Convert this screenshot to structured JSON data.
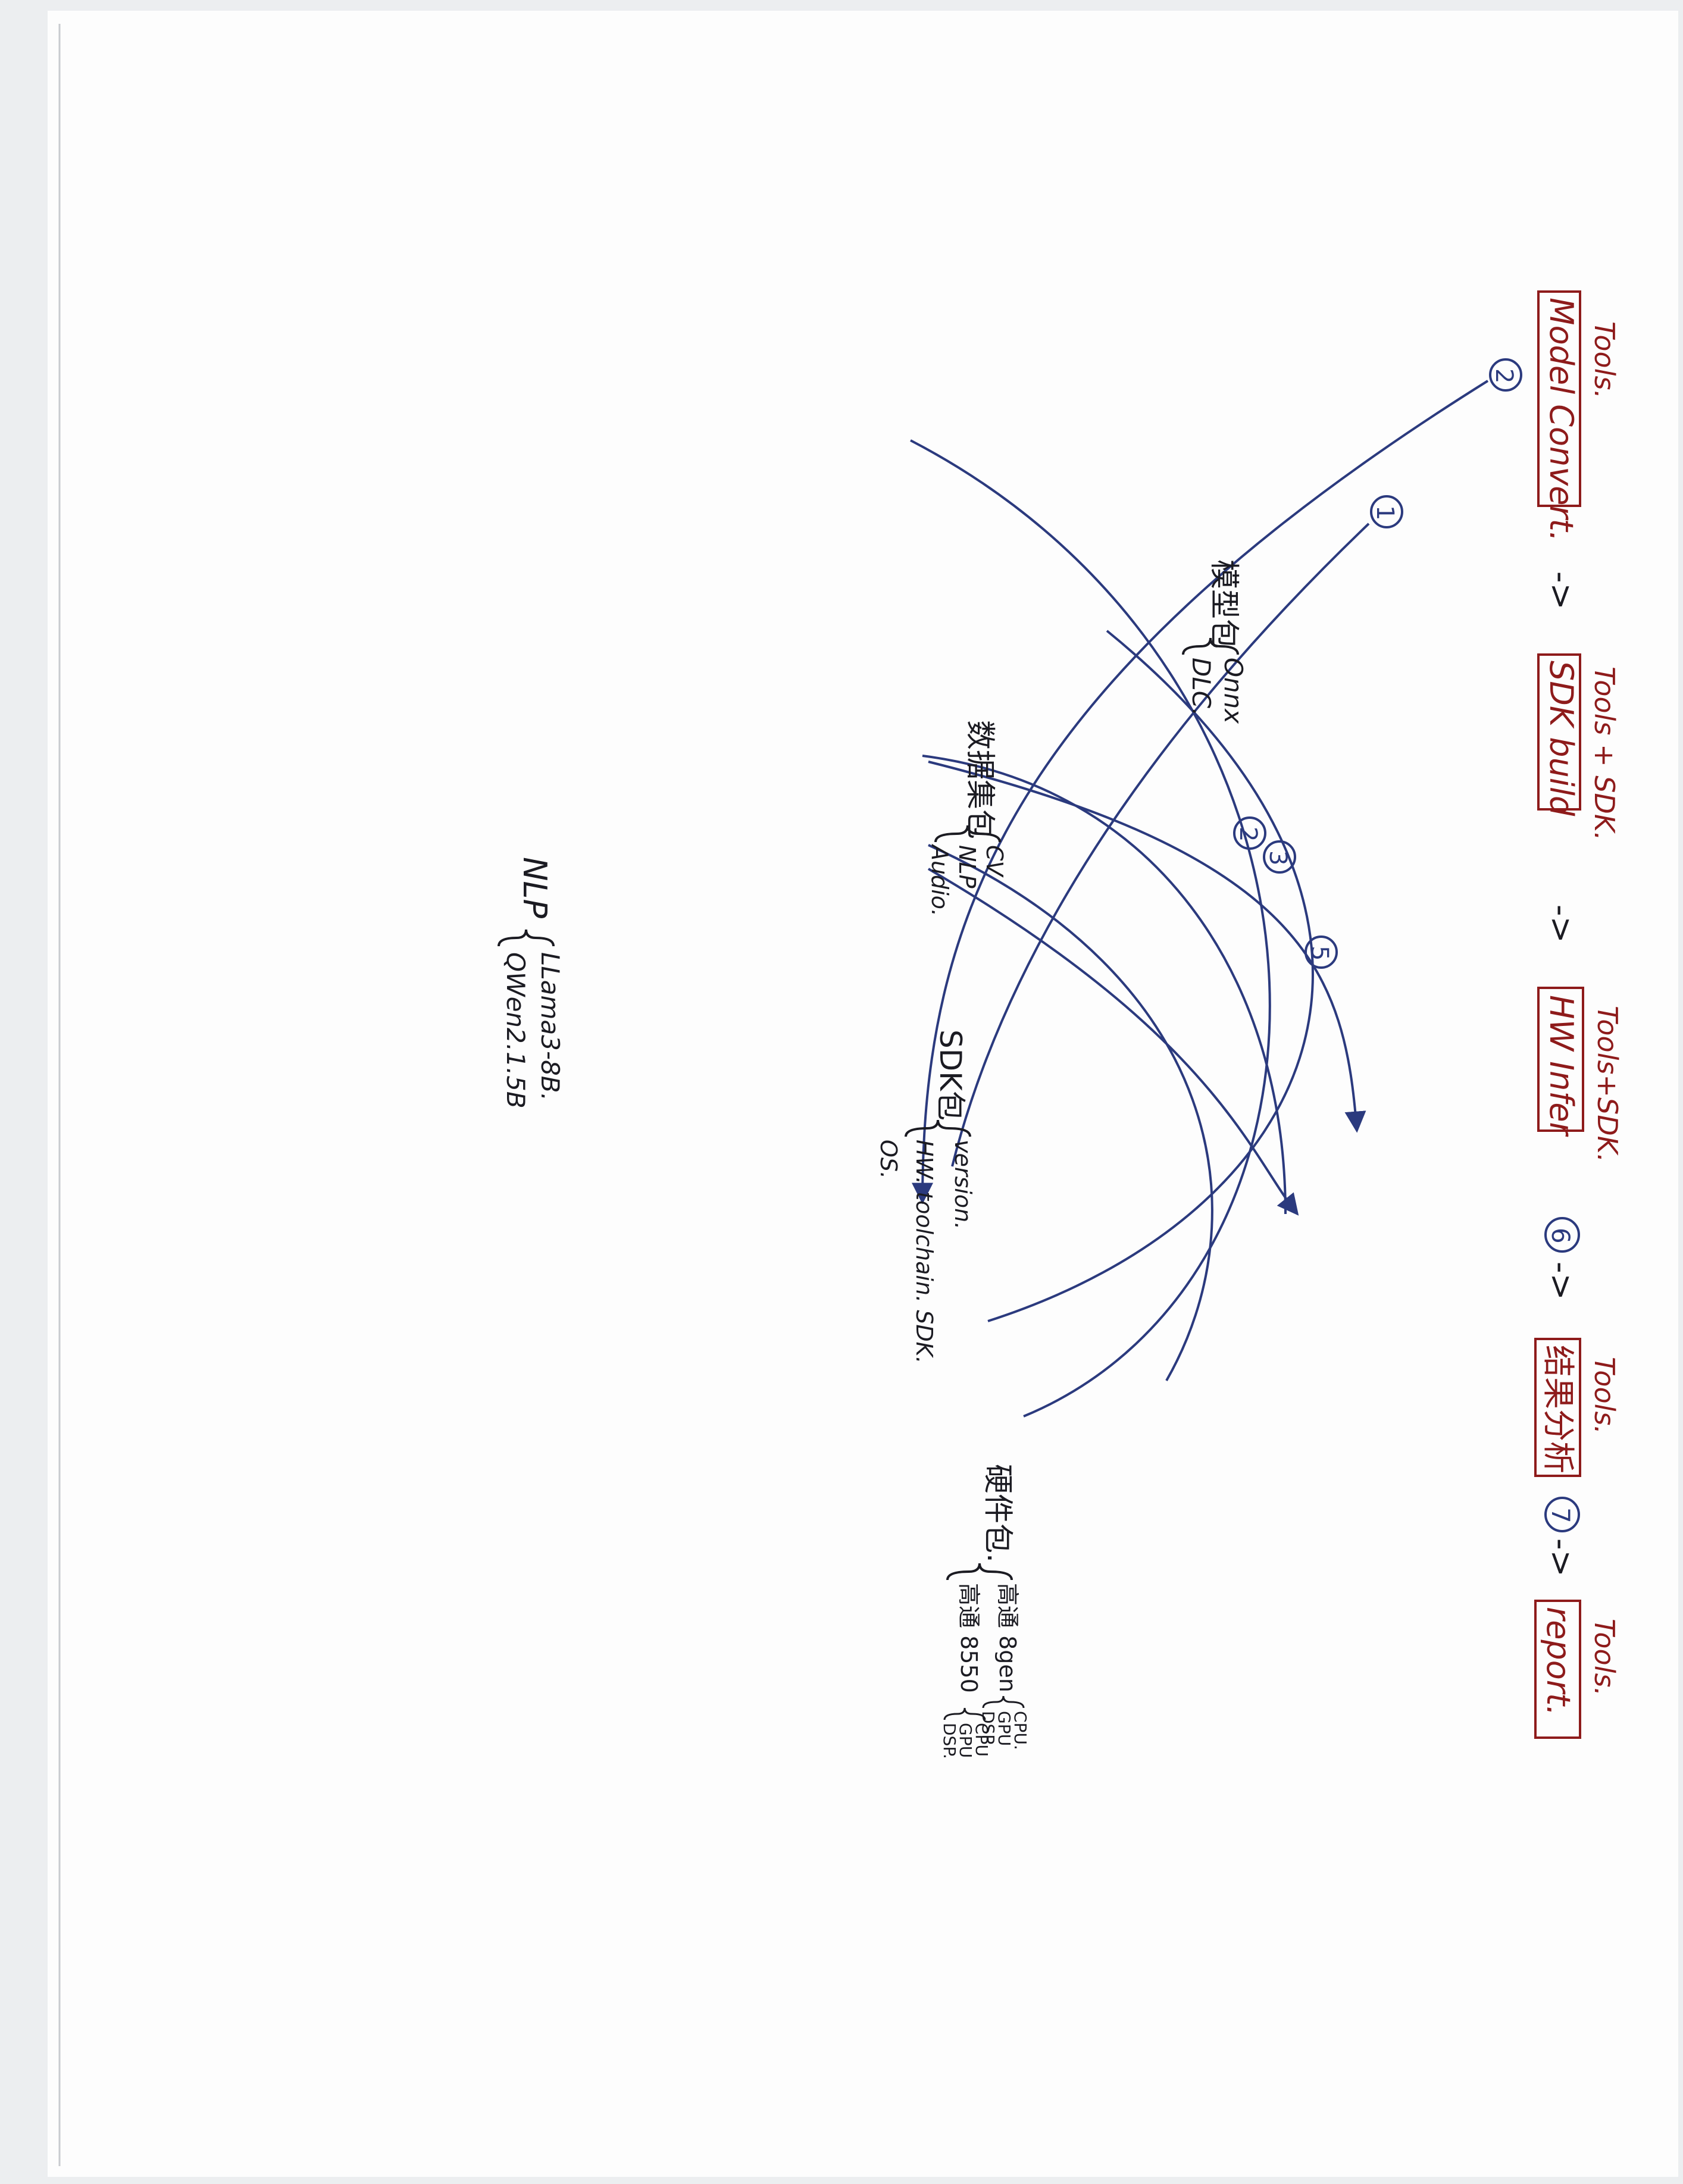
{
  "stages": [
    {
      "id": "model_convert",
      "tag": "Tools.",
      "label": "Model Convert."
    },
    {
      "id": "sdk_build",
      "tag": "Tools + SDK.",
      "label": "SDK build"
    },
    {
      "id": "hw_infer",
      "tag": "Tools+SDK.",
      "label": "HW Infer"
    },
    {
      "id": "result_analysis",
      "tag": "Tools.",
      "label": "结果分析"
    },
    {
      "id": "report",
      "tag": "Tools.",
      "label": "report."
    }
  ],
  "stage_arrows": [
    {
      "from": "model_convert",
      "to": "sdk_build",
      "step": "",
      "label": "->"
    },
    {
      "from": "sdk_build",
      "to": "hw_infer",
      "step": "",
      "label": "->"
    },
    {
      "from": "hw_infer",
      "to": "result_analysis",
      "step": "6",
      "label": "->"
    },
    {
      "from": "result_analysis",
      "to": "report",
      "step": "7",
      "label": "->"
    }
  ],
  "inputs": [
    {
      "id": "model_pkg",
      "label": "模型包",
      "items": [
        "Onnx",
        "DLC."
      ]
    },
    {
      "id": "dataset_pkg",
      "label": "数据集包",
      "items": [
        "CV",
        "NLP",
        "Audio."
      ]
    },
    {
      "id": "sdk_pkg",
      "label": "SDK包",
      "items": [
        "version.",
        "HW. toolchain. SDK.",
        "OS."
      ]
    },
    {
      "id": "hw_pkg",
      "label": "硬件包.",
      "items": [
        "高通 8gen",
        "高通 8550"
      ]
    }
  ],
  "hw_sub_items": [
    {
      "parent": "高通 8gen",
      "items": [
        "CPU.",
        "GPU",
        "DSP"
      ]
    },
    {
      "parent": "高通 8550",
      "items": [
        "CPU",
        "GPU",
        "DSP."
      ]
    }
  ],
  "nlp_group": {
    "label": "NLP",
    "items": [
      "LLama3-8B.",
      "QWen2.1.5B"
    ]
  },
  "flow_markers": [
    {
      "step": "1",
      "from": "dataset_pkg",
      "to": "model_convert"
    },
    {
      "step": "2",
      "from": "model_pkg",
      "to": "model_convert"
    },
    {
      "step": "2",
      "from": "sdk_pkg",
      "to": "sdk_build"
    },
    {
      "step": "3",
      "from": "sdk_build",
      "to": "sdk_pkg"
    },
    {
      "step": "5",
      "from": "dataset_pkg",
      "to": "hw_infer"
    }
  ],
  "colors": {
    "paper": "#fdfdfd",
    "stage_ink": "#8e1b1b",
    "note_ink": "#1b1b22",
    "flow_ink": "#2b3a7e",
    "background": "#eceef0"
  }
}
